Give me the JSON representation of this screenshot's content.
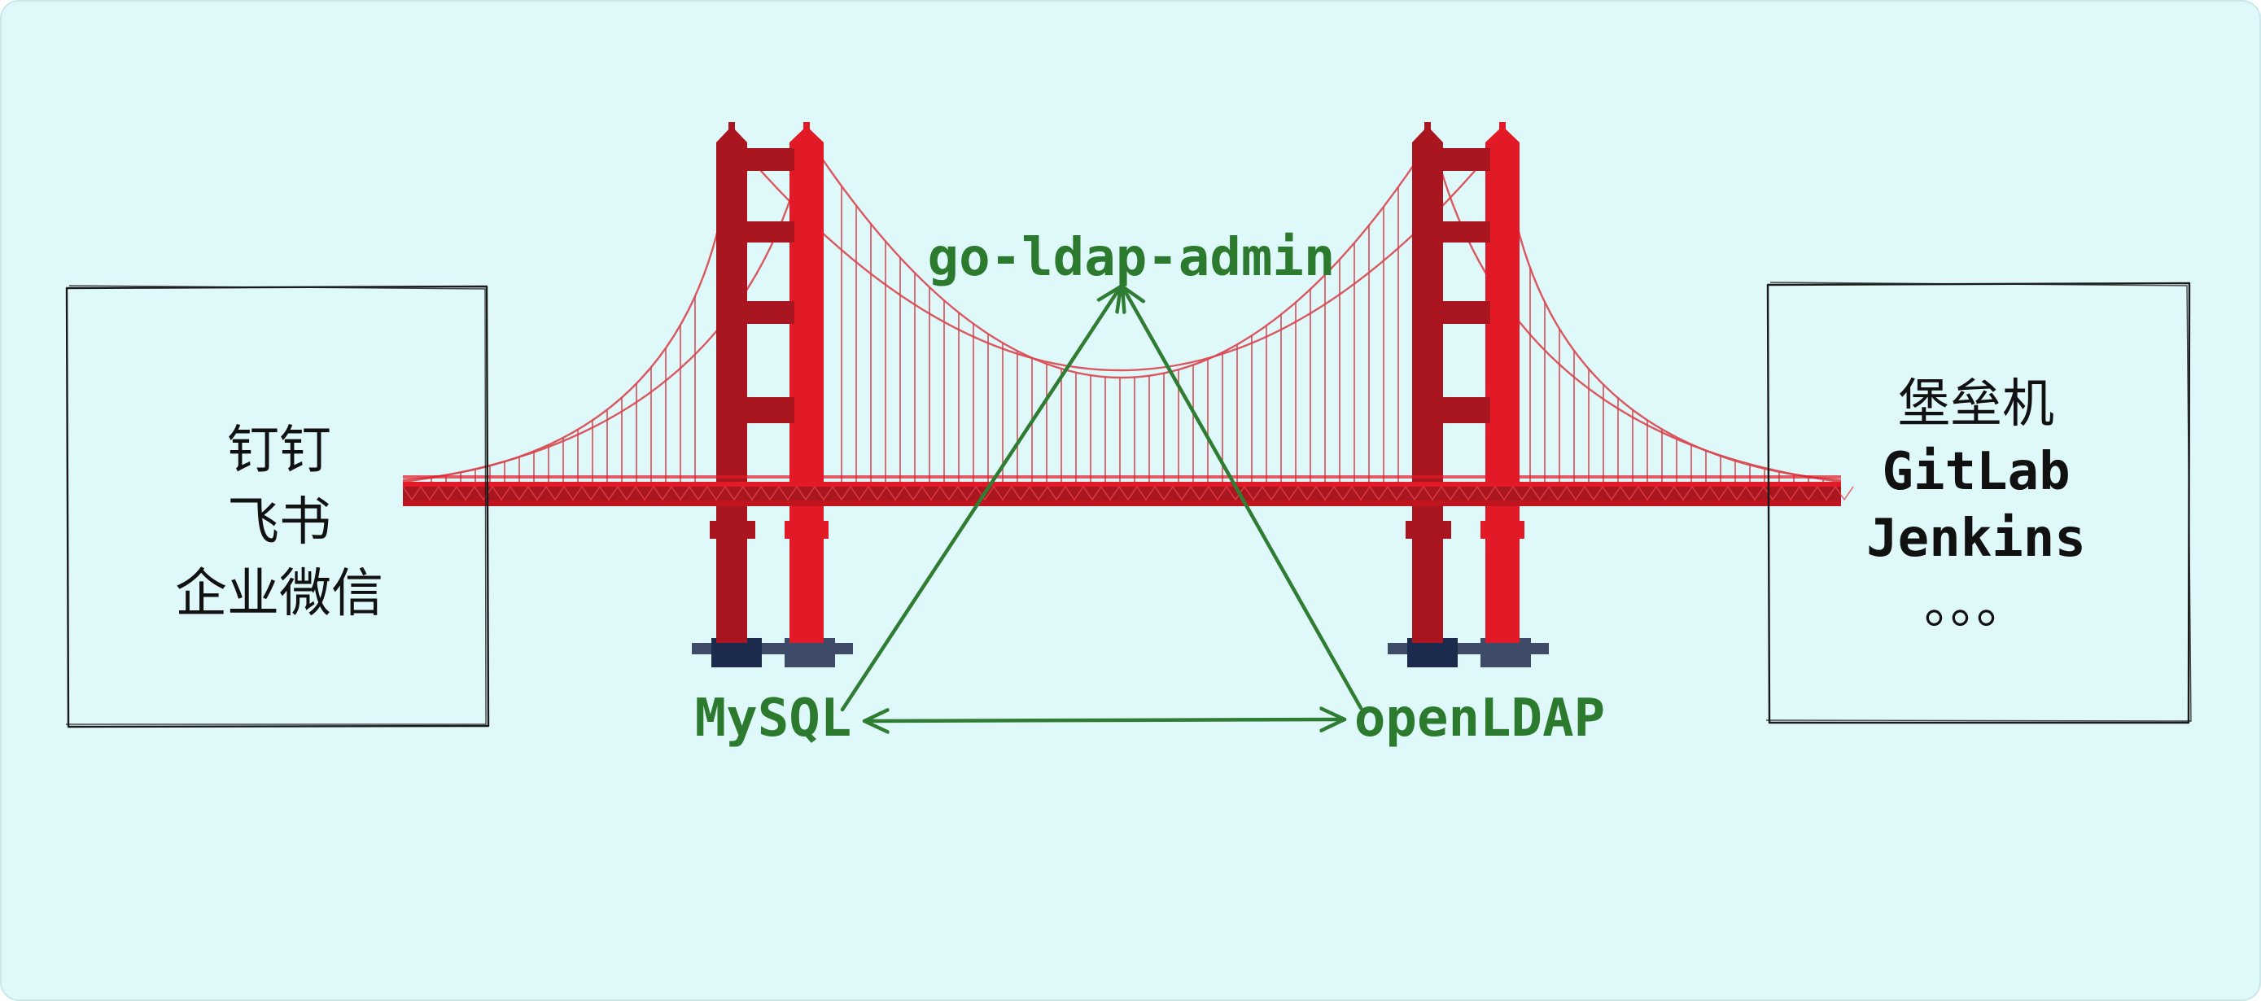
{
  "left_box": {
    "lines": [
      "钉钉",
      "飞书",
      "企业微信"
    ]
  },
  "right_box": {
    "lines": [
      "堡垒机",
      "GitLab",
      "Jenkins",
      "。。。"
    ]
  },
  "nodes": {
    "top": "go-ldap-admin",
    "left": "MySQL",
    "right": "openLDAP"
  },
  "colors": {
    "background": "#dff8fa",
    "frame": "#cbe7ea",
    "box_stroke": "#1a1a1a",
    "text": "#111111",
    "node_text": "#2b7a2e",
    "arrow": "#2f7d32",
    "bridge_red": "#e21a28",
    "bridge_dark_red": "#a9161f",
    "cable": "#d9474f",
    "base_navy": "#1c2a4e",
    "base_slate": "#3d4a68"
  },
  "icons": {
    "bridge": "golden-gate-bridge-icon"
  }
}
